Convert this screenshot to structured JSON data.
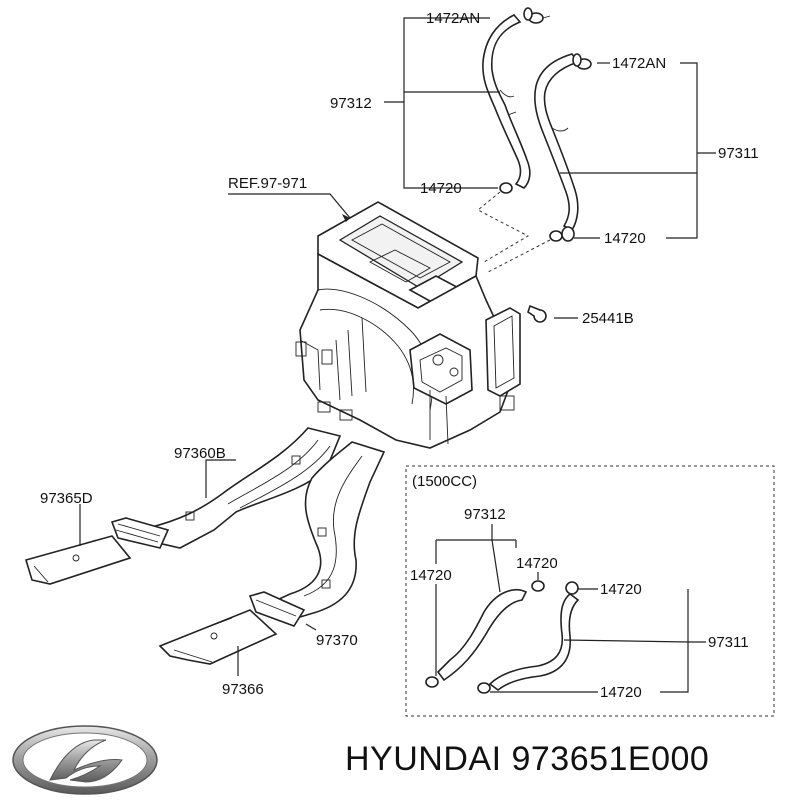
{
  "labels": {
    "hose_upper": "97312",
    "clamp_top_a": "1472AN",
    "clamp_top_b": "1472AN",
    "hose_right": "97311",
    "clamp_mid_a": "14720",
    "clamp_mid_b": "14720",
    "ref": "REF.97-971",
    "clip": "25441B",
    "duct_upper": "97360B",
    "duct_cover_left": "97365D",
    "duct_lower": "97370",
    "duct_cover_lower": "97366"
  },
  "inset": {
    "title": "(1500CC)",
    "hose_upper": "97312",
    "clamp_left": "14720",
    "clamp_center": "14720",
    "clamp_right_top": "14720",
    "hose_right": "97311",
    "clamp_right_bottom": "14720"
  },
  "brand": {
    "text": "HYUNDAI 973651E000",
    "logo": "hyundai-logo"
  }
}
